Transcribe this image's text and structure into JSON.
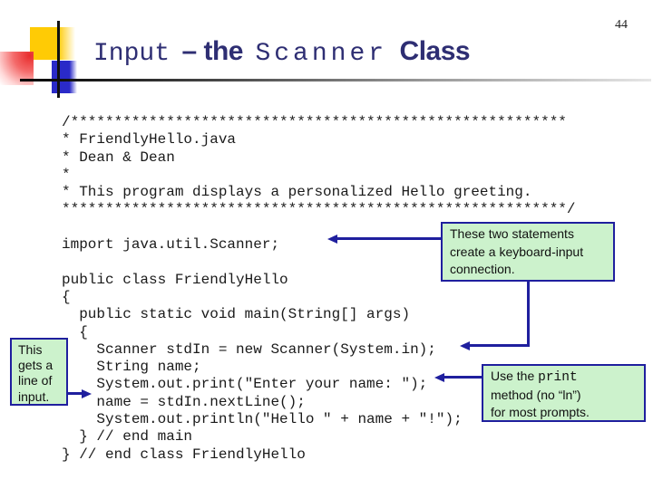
{
  "slide": {
    "page_number": "44",
    "title": {
      "part1": "Input",
      "part2": "– the",
      "part3": "Scanner",
      "part4": "Class"
    },
    "colors": {
      "title_text": "#2e2e73",
      "connector_and_border": "#1f1f9e",
      "callout_fill": "#ccf2cc",
      "code_text": "#1a1a1a",
      "logo_yellow": "#ffcb05",
      "logo_blue": "#2a2ac8",
      "logo_red": "#e82c2c"
    },
    "code": {
      "lines": [
        "/*********************************************************",
        "* FriendlyHello.java",
        "* Dean & Dean",
        "*",
        "* This program displays a personalized Hello greeting.",
        "**********************************************************/",
        "",
        "import java.util.Scanner;",
        "",
        "public class FriendlyHello",
        "{",
        "  public static void main(String[] args)",
        "  {",
        "    Scanner stdIn = new Scanner(System.in);",
        "    String name;",
        "    System.out.print(\"Enter your name: \");",
        "    name = stdIn.nextLine();",
        "    System.out.println(\"Hello \" + name + \"!\");",
        "  } // end main",
        "} // end class FriendlyHello"
      ]
    },
    "callouts": {
      "keyboard_input": {
        "line1": "These two statements",
        "line2": "create a keyboard-input",
        "line3": "connection."
      },
      "print_method": {
        "line1_text": "Use the ",
        "line1_code": "print",
        "line2": "method (no “ln”)",
        "line3": "for most prompts."
      },
      "line_input": {
        "line1": "This",
        "line2": "gets a",
        "line3": "line of",
        "line4": "input."
      }
    }
  }
}
